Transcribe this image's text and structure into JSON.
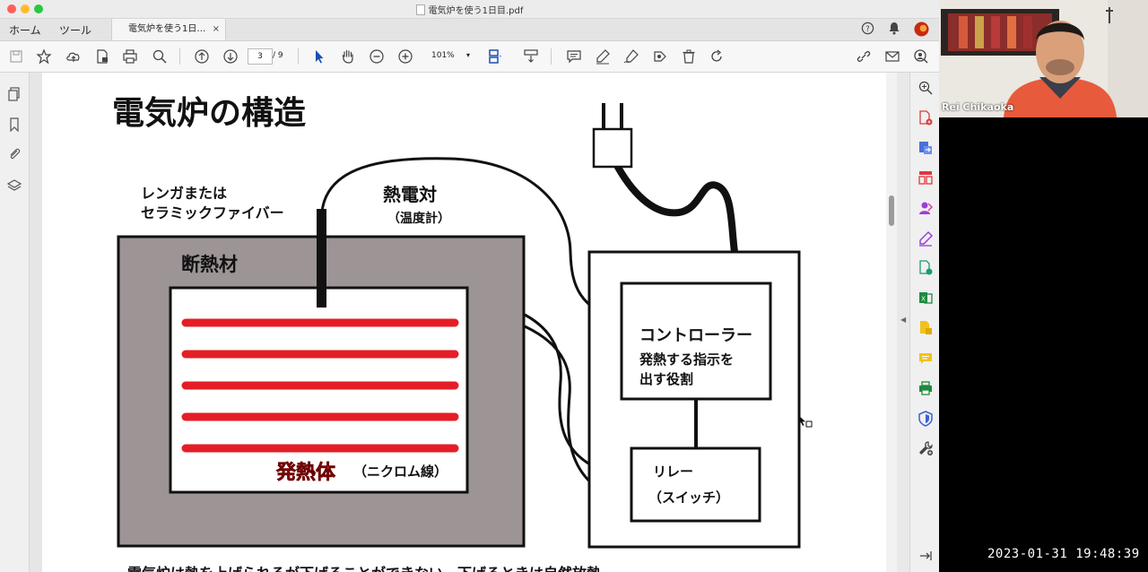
{
  "window": {
    "title": "電気炉を使う1日目.pdf"
  },
  "tabs": {
    "home": "ホーム",
    "tools": "ツール",
    "document": "電気炉を使う1日…",
    "close": "×"
  },
  "toolbar": {
    "page_current": "3",
    "page_total": "/ 9",
    "zoom": "101%",
    "zoom_caret": "▾"
  },
  "page": {
    "title": "電気炉の構造",
    "labels": {
      "brick_line1": "レンガまたは",
      "brick_line2": "セラミックファイバー",
      "thermocouple": "熱電対",
      "thermometer": "（温度計）",
      "insulation": "断熱材",
      "heater": "発熱体",
      "nichrome": "（ニクロム線）",
      "controller": "コントローラー",
      "controller_desc1": "発熱する指示を",
      "controller_desc2": "出す役割",
      "relay": "リレー",
      "switch": "（スイッチ）"
    },
    "bottom_text": "電気炉は熱を上げられるが下げることができない。下げるときは自然放熱"
  },
  "video": {
    "participant": "Rei Chikaoka"
  },
  "timestamp": "2023-01-31  19:48:39",
  "colors": {
    "insulation": "#9c9495",
    "heater": "#e41e26",
    "heater_label": "#d4141c"
  }
}
